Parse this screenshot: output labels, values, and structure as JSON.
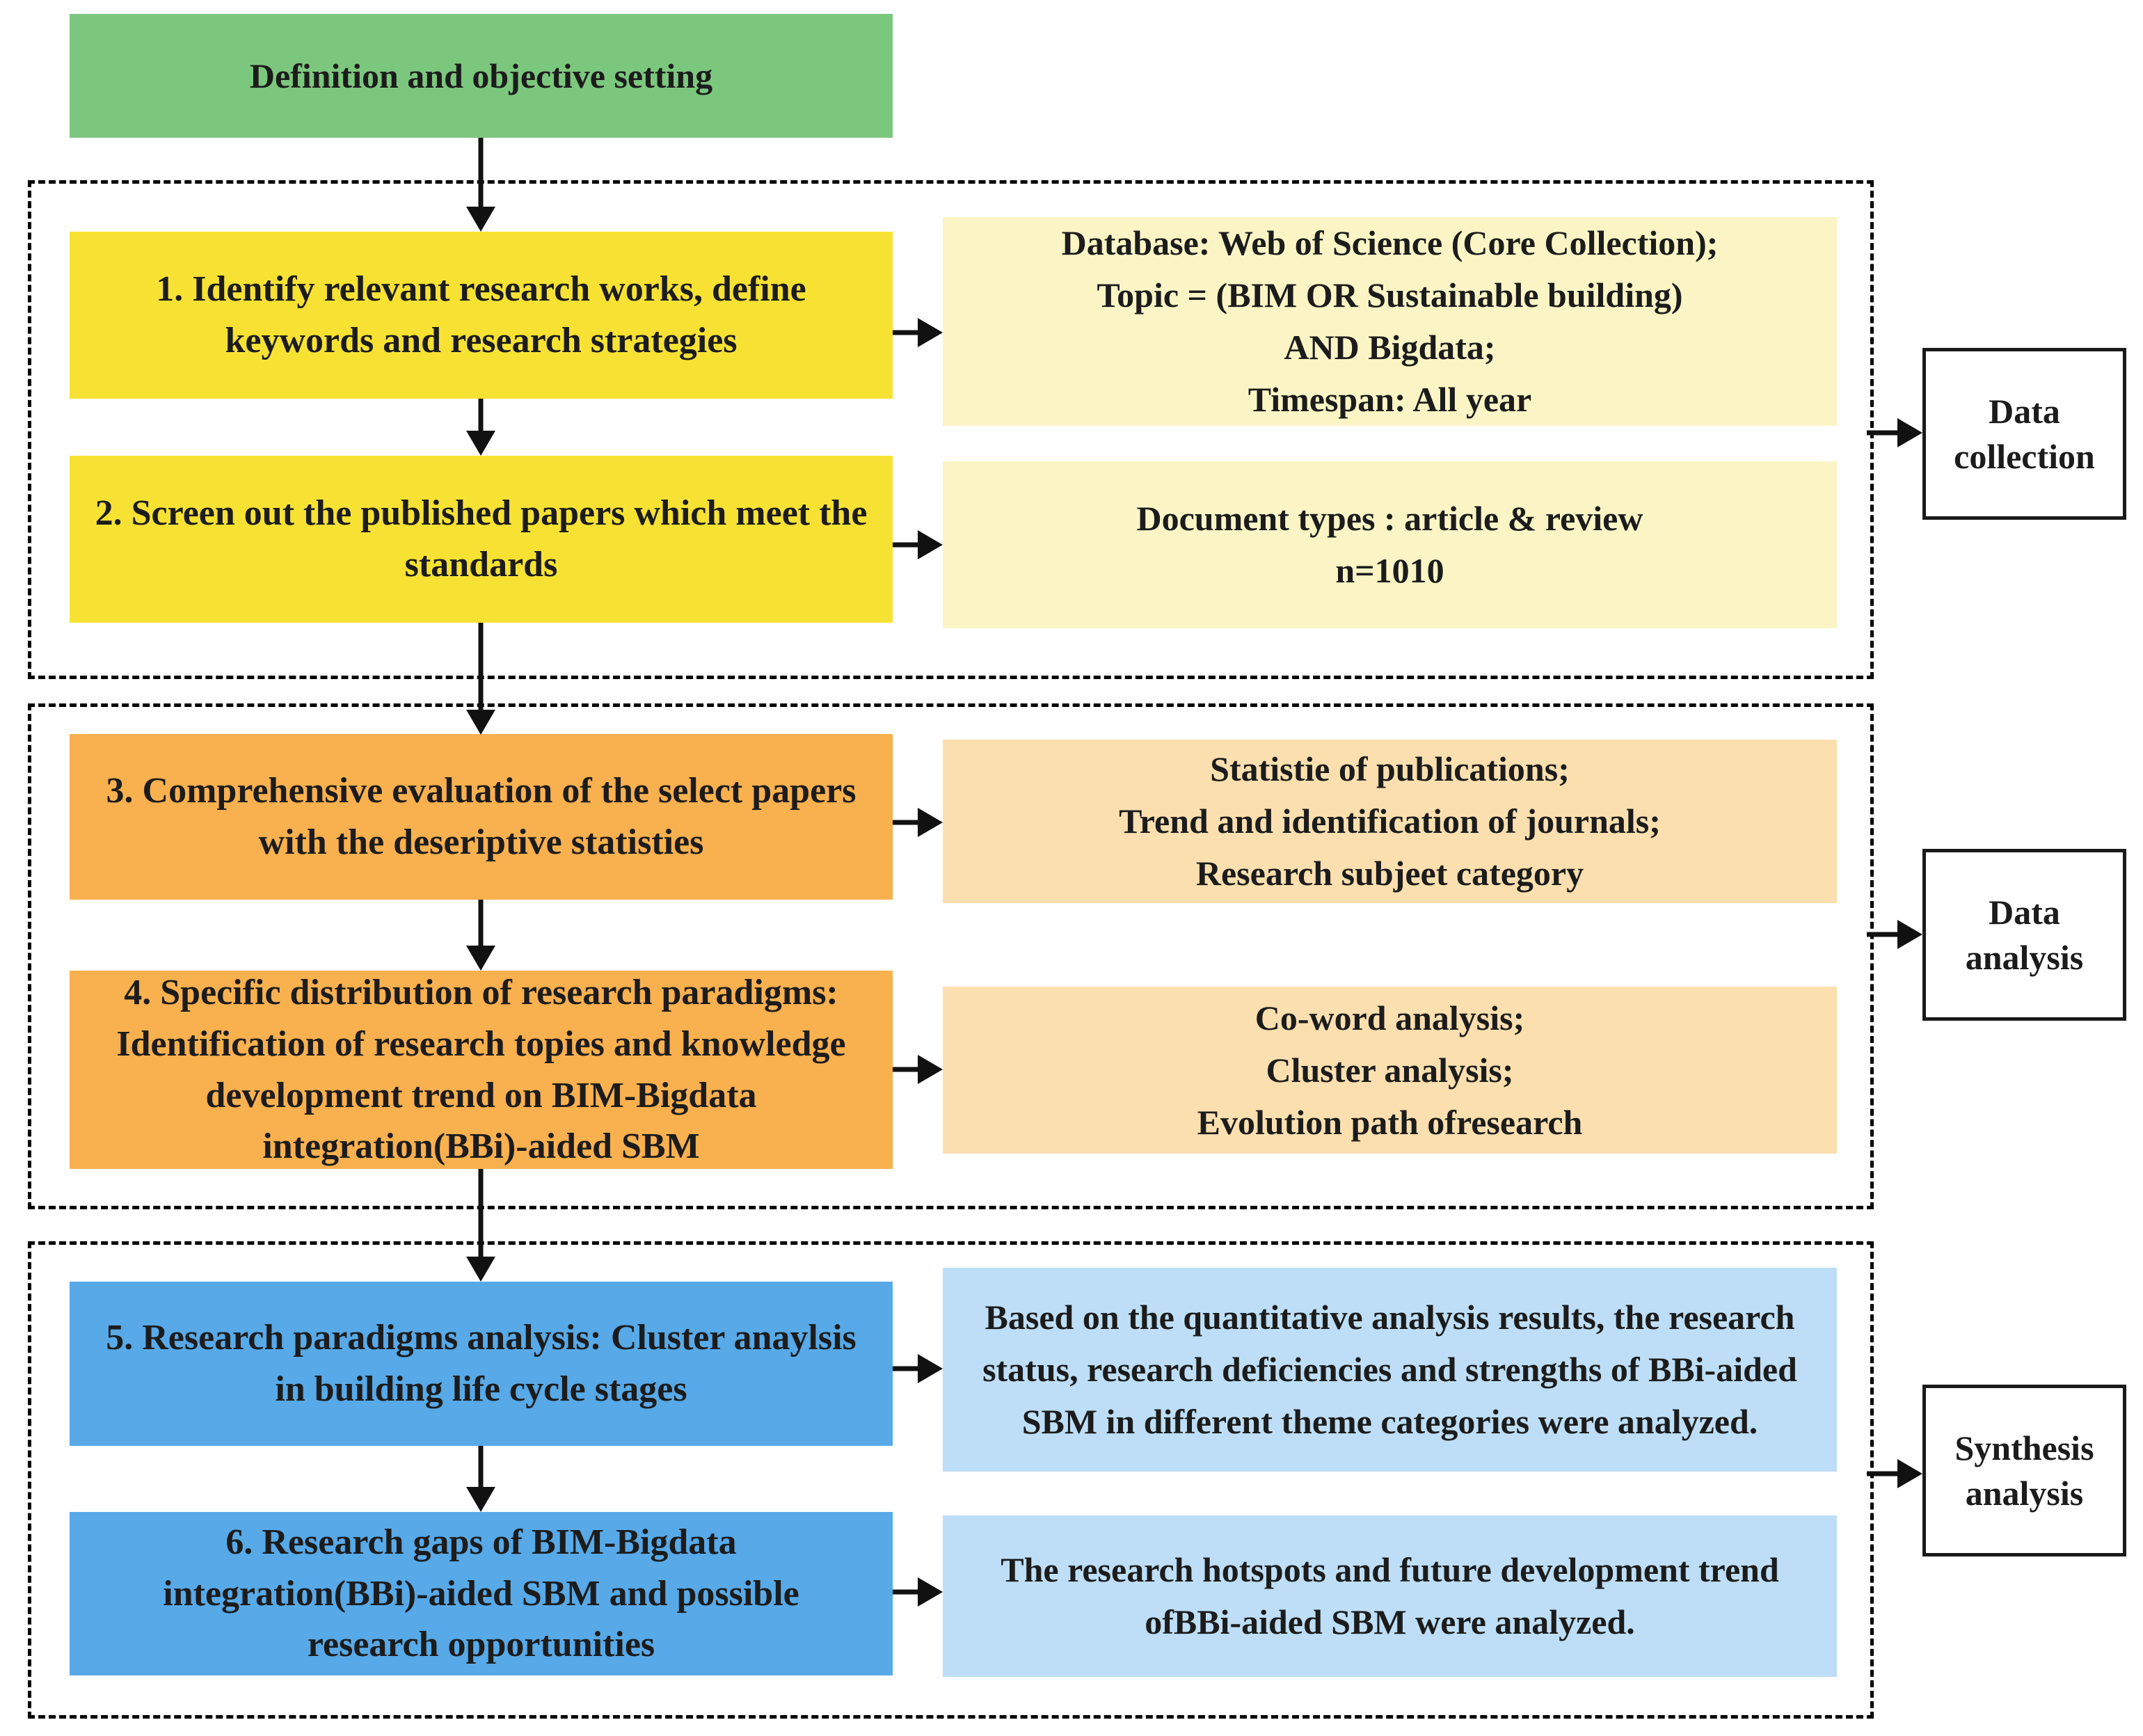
{
  "flow": {
    "start_label": "Definition and objective setting",
    "steps": [
      {
        "label": "1. Identify relevant research works, define keywords and research strategies",
        "detail_lines": [
          "Database: Web of Science (Core Collection);",
          "Topic = (BIM OR Sustainable building)",
          "AND Bigdata;",
          "Timespan: All year"
        ]
      },
      {
        "label": "2. Screen out the published papers which meet the standards",
        "detail_lines": [
          "Document types : article & review",
          "n=1010"
        ]
      },
      {
        "label": "3. Comprehensive evaluation of the select papers with the deseriptive statisties",
        "detail_lines": [
          "Statistie of publications;",
          "Trend and identification of journals;",
          "Research subjeet category"
        ]
      },
      {
        "label": "4. Specific distribution of research paradigms: Identification of research topies and knowledge development trend on BIM-Bigdata integration(BBi)-aided SBM",
        "detail_lines": [
          "Co-word analysis;",
          "Cluster analysis;",
          "Evolution path ofresearch"
        ]
      },
      {
        "label": "5. Research paradigms analysis: Cluster anaylsis in building life cycle stages",
        "detail_lines": [
          "Based on the quantitative analysis results, the research status, research deficiencies and strengths of BBi-aided SBM in different theme categories were analyzed."
        ]
      },
      {
        "label": "6. Research gaps of BIM-Bigdata integration(BBi)-aided SBM and possible research opportunities",
        "detail_lines": [
          "The research hotspots and future development trend ofBBi-aided SBM were analyzed."
        ]
      }
    ],
    "stages": [
      {
        "label": "Data collection"
      },
      {
        "label": "Data analysis"
      },
      {
        "label": "Synthesis analysis"
      }
    ]
  },
  "colors": {
    "start_green": "#7cc77e",
    "step_yellow": "#f7e233",
    "detail_yellow": "#fbf5c6",
    "step_orange": "#f9b04e",
    "detail_orange": "#fbdfaf",
    "step_blue": "#57a9e8",
    "detail_blue": "#bddef6",
    "text": "#1c1c1c"
  }
}
